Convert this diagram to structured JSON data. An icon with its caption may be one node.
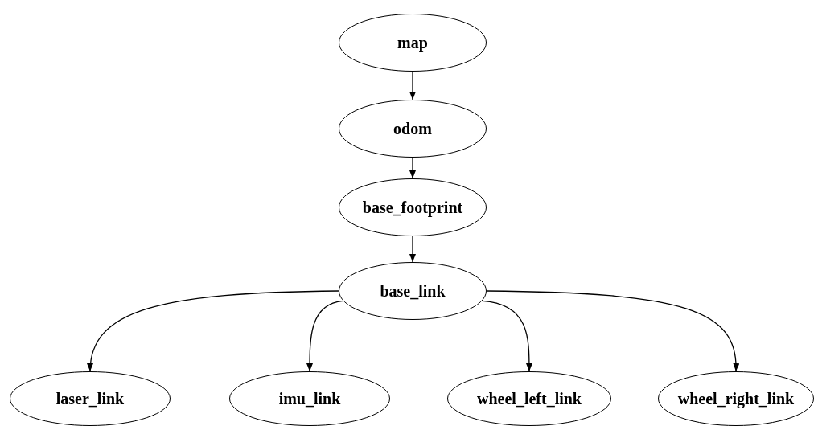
{
  "diagram": {
    "nodes": [
      {
        "text": [
          "map"
        ]
      },
      {
        "text": [
          "odom"
        ]
      },
      {
        "text": [
          "base_footprint"
        ]
      },
      {
        "text": [
          "base_link"
        ]
      },
      {
        "text": [
          "laser_link"
        ]
      },
      {
        "text": [
          "imu_link"
        ]
      },
      {
        "text": [
          "wheel_left_link"
        ]
      },
      {
        "text": [
          "wheel_right_link"
        ]
      }
    ],
    "edges": [
      {
        "from": 0,
        "to": 1,
        "arrow": "to"
      },
      {
        "from": 1,
        "to": 2,
        "arrow": "to"
      },
      {
        "from": 2,
        "to": 3,
        "arrow": "to"
      },
      {
        "from": 3,
        "to": 4,
        "arrow": "to"
      },
      {
        "from": 3,
        "to": 5,
        "arrow": "to"
      },
      {
        "from": 3,
        "to": 6,
        "arrow": "to"
      },
      {
        "from": 3,
        "to": 7,
        "arrow": "to"
      }
    ]
  }
}
